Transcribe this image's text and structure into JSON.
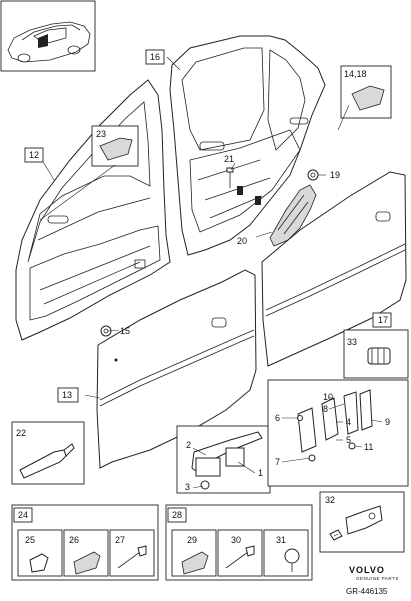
{
  "callouts": {
    "c1": "1",
    "c2": "2",
    "c3": "3",
    "c4": "4",
    "c5": "5",
    "c6": "6",
    "c7": "7",
    "c8": "8",
    "c9": "9",
    "c10": "10",
    "c11": "11",
    "c12": "12",
    "c13": "13",
    "c14_18": "14,18",
    "c15": "15",
    "c16": "16",
    "c17": "17",
    "c19": "19",
    "c20": "20",
    "c21": "21",
    "c22": "22",
    "c23": "23",
    "c24": "24",
    "c25": "25",
    "c26": "26",
    "c27": "27",
    "c28": "28",
    "c29": "29",
    "c30": "30",
    "c31": "31",
    "c32": "32",
    "c33": "33"
  },
  "brand": {
    "name": "VOLVO",
    "tagline": "GENUINE PARTS"
  },
  "reference": "GR-446135"
}
